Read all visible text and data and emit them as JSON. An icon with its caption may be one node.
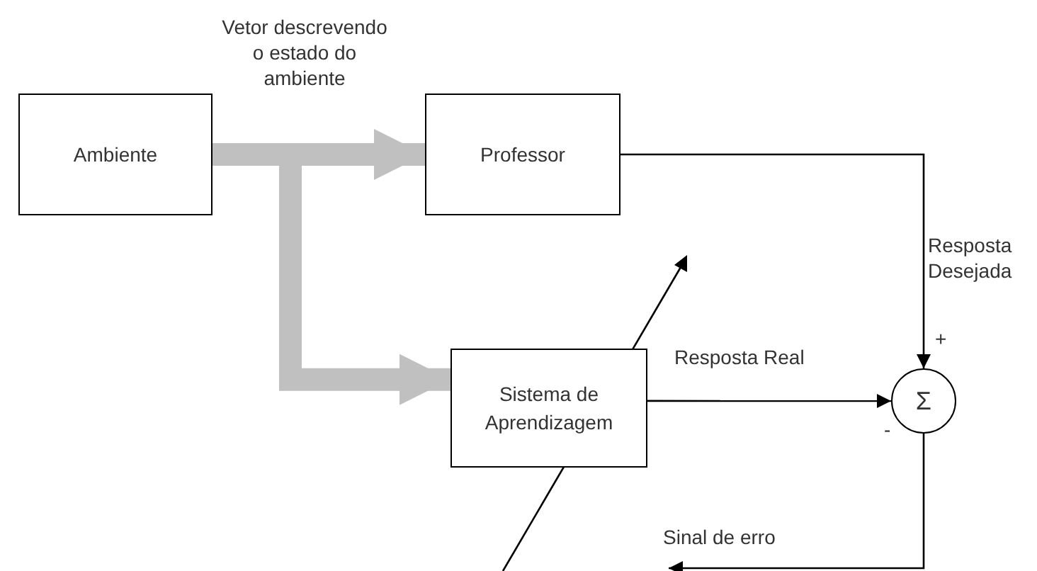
{
  "diagram": {
    "nodes": [
      {
        "text": [
          "Ambiente"
        ]
      },
      {
        "text": [
          "Professor"
        ]
      },
      {
        "text": [
          "Sistema de Aprendizagem"
        ]
      },
      {
        "text": [
          "Σ"
        ],
        "beside": [
          "+",
          "-"
        ]
      }
    ],
    "edges": [
      {
        "from": 0,
        "to": 1,
        "arrow": "to",
        "label": "Vetor descrevendo o estado do ambiente",
        "style": "thick",
        "color": "#c0c0c0"
      },
      {
        "from": 0,
        "to": 2,
        "arrow": "to",
        "style": "thick",
        "color": "#c0c0c0"
      },
      {
        "from": 1,
        "to": 3,
        "arrow": "to",
        "label": "Resposta Desejada"
      },
      {
        "from": 2,
        "to": 3,
        "arrow": "to",
        "label": "Resposta Real"
      },
      {
        "from": 3,
        "to": null,
        "arrow": "to",
        "label": "Sinal de erro"
      }
    ]
  }
}
